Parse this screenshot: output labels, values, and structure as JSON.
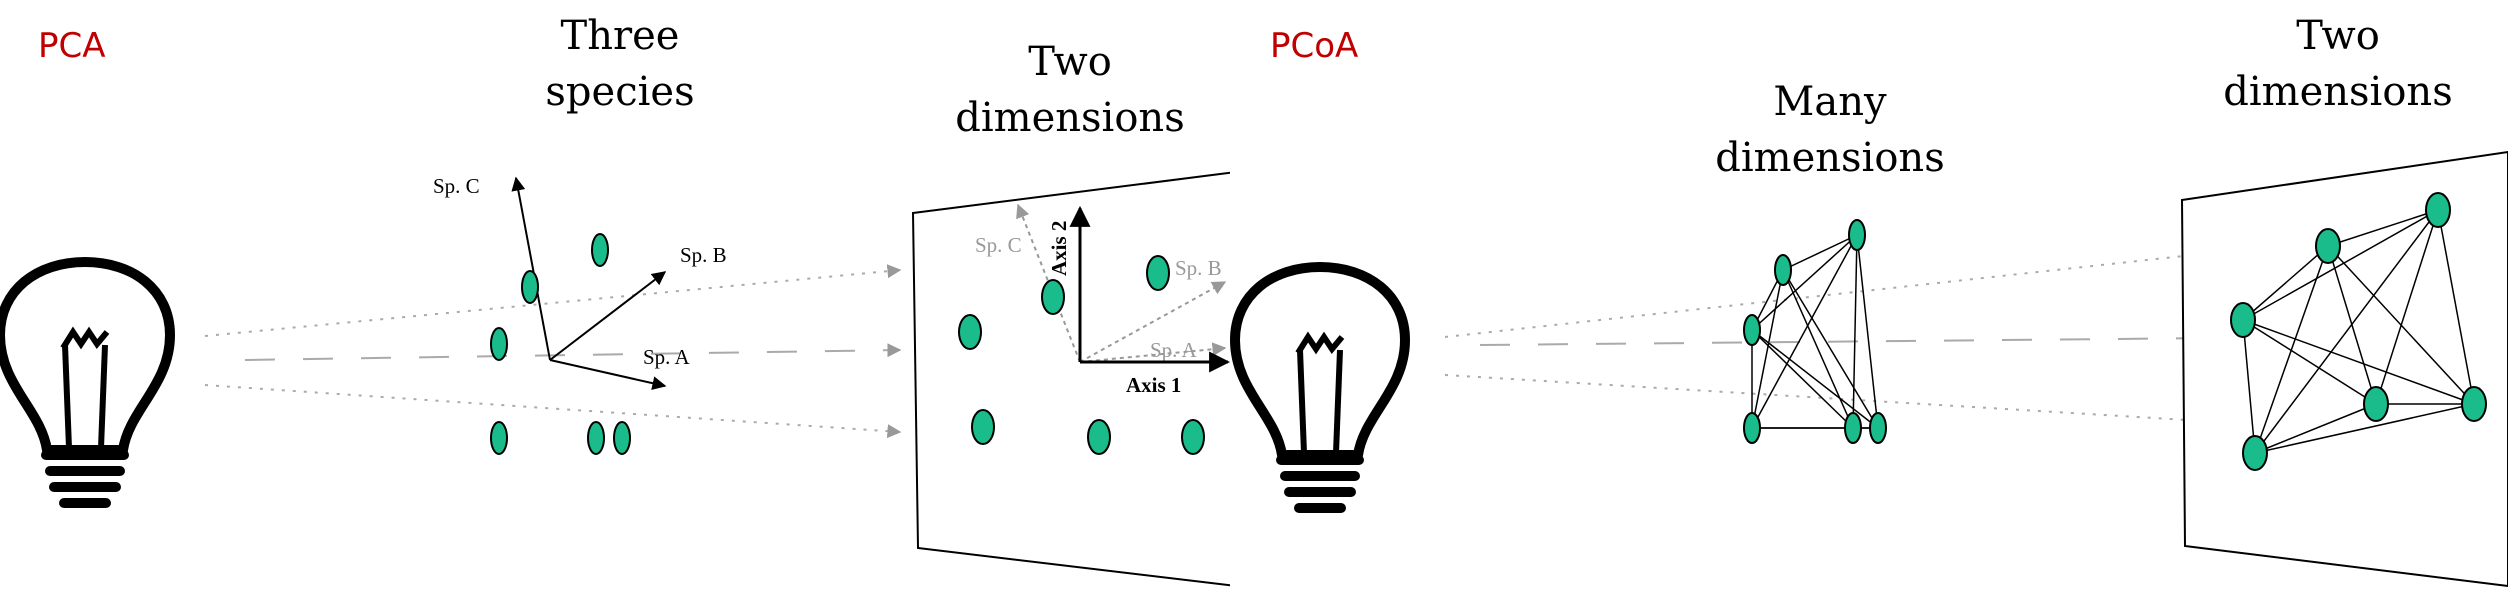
{
  "pca": {
    "method_label": "PCA",
    "heading_left": [
      "Three",
      "species"
    ],
    "heading_right": [
      "Two",
      "dimensions"
    ],
    "axes_3d": {
      "sp_a": "Sp. A",
      "sp_b": "Sp. B",
      "sp_c": "Sp. C"
    },
    "plane_projection": {
      "sp_a": "Sp. A",
      "sp_b": "Sp. B",
      "sp_c": "Sp. C",
      "axis1": "Axis 1",
      "axis2": "Axis 2"
    }
  },
  "pcoa": {
    "method_label": "PCoA",
    "heading_left": [
      "Many",
      "dimensions"
    ],
    "heading_right": [
      "Two",
      "dimensions"
    ]
  },
  "colors": {
    "point_fill": "#1abc8c",
    "point_stroke": "#000000",
    "method_label": "#c00000",
    "projected_axes": "#999999",
    "light_ray": "#aaaaaa"
  }
}
